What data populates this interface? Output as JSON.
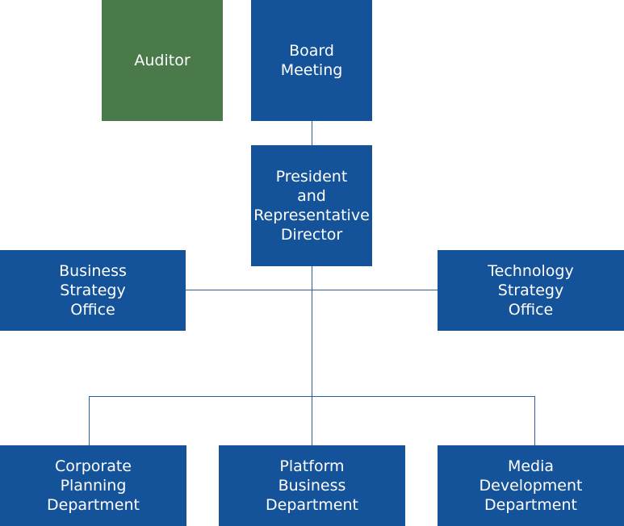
{
  "colors": {
    "box_blue": "#14529a",
    "box_green": "#4a7a4a",
    "connector": "#2a5f9e"
  },
  "nodes": {
    "auditor": "Auditor",
    "board_meeting": "Board\nMeeting",
    "president": "President\nand\nRepresentative\nDirector",
    "business_strategy_office": "Business\nStrategy\nOffice",
    "technology_strategy_office": "Technology\nStrategy\nOffice",
    "corporate_planning_department": "Corporate\nPlanning\nDepartment",
    "platform_business_department": "Platform\nBusiness\nDepartment",
    "media_development_department": "Media\nDevelopment\nDepartment"
  }
}
